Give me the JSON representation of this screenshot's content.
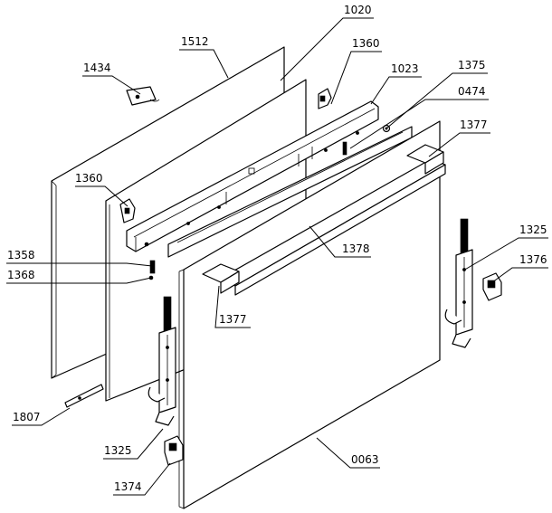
{
  "diagram": {
    "labels": [
      {
        "id": "l1020a",
        "text": "1020"
      },
      {
        "id": "l1512",
        "text": "1512"
      },
      {
        "id": "l1360a",
        "text": "1360"
      },
      {
        "id": "l1434",
        "text": "1434"
      },
      {
        "id": "l1023",
        "text": "1023"
      },
      {
        "id": "l1375",
        "text": "1375"
      },
      {
        "id": "l0474",
        "text": "0474"
      },
      {
        "id": "l1377a",
        "text": "1377"
      },
      {
        "id": "l1360b",
        "text": "1360"
      },
      {
        "id": "l1358",
        "text": "1358"
      },
      {
        "id": "l1368",
        "text": "1368"
      },
      {
        "id": "l1378",
        "text": "1378"
      },
      {
        "id": "l1325a",
        "text": "1325"
      },
      {
        "id": "l1376",
        "text": "1376"
      },
      {
        "id": "l1377b",
        "text": "1377"
      },
      {
        "id": "l1807",
        "text": "1807"
      },
      {
        "id": "l1325b",
        "text": "1325"
      },
      {
        "id": "l0063",
        "text": "0063"
      },
      {
        "id": "l1374",
        "text": "1374"
      }
    ]
  }
}
